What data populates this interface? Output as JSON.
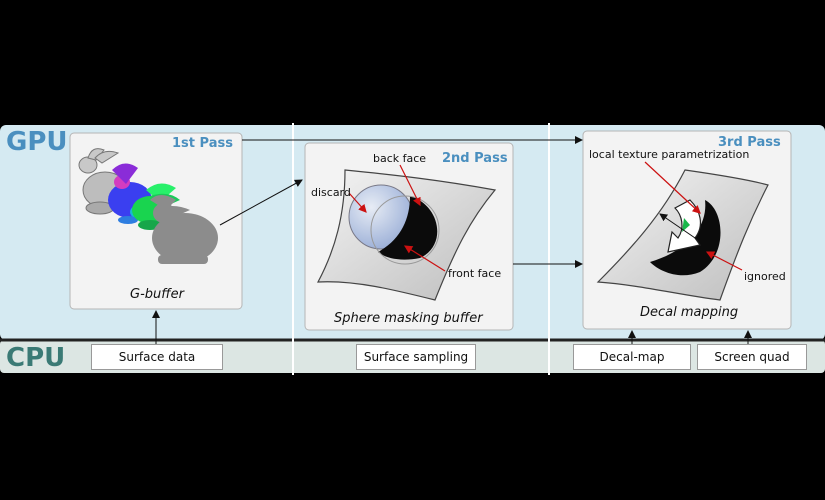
{
  "bands": {
    "gpu": "GPU",
    "cpu": "CPU"
  },
  "panels": [
    {
      "pass": "1st Pass",
      "caption": "G-buffer"
    },
    {
      "pass": "2nd Pass",
      "caption": "Sphere masking buffer",
      "labels": {
        "back_face": "back face",
        "discard": "discard",
        "front_face": "front face"
      }
    },
    {
      "pass": "3rd Pass",
      "caption": "Decal mapping",
      "labels": {
        "local_param": "local texture parametrization",
        "ignored": "ignored"
      }
    }
  ],
  "cpu_boxes": [
    "Surface data",
    "Surface sampling",
    "Decal-map",
    "Screen quad"
  ],
  "colors": {
    "gpu_band": "#d5eaf2",
    "cpu_band": "#dce6e3",
    "gpu_text": "#4a8fbf",
    "cpu_text": "#3a7a75",
    "panel_bg": "#f3f3f3",
    "panel_border": "#b5b5b5",
    "accent_arrow": "#cc1111"
  }
}
